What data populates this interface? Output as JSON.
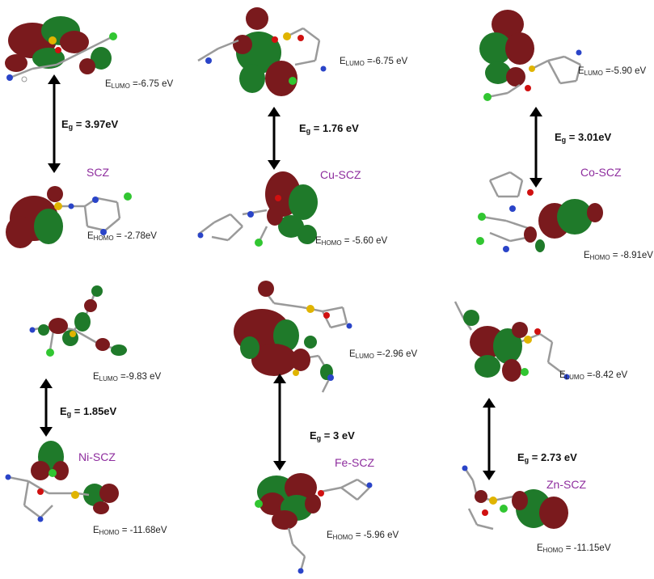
{
  "colors": {
    "lobe_red": "#7a1a1d",
    "lobe_green": "#1f7a2a",
    "label_purple": "#8e2d9e",
    "text": "#222222"
  },
  "complexes": [
    {
      "id": "scz",
      "name": "SCZ",
      "gap": "3.97eV",
      "lumo": "-6.75 eV",
      "homo": "-2.78eV"
    },
    {
      "id": "cu",
      "name": "Cu-SCZ",
      "gap": "1.76 eV",
      "lumo": "-6.75 eV",
      "homo": "-5.60 eV"
    },
    {
      "id": "co",
      "name": "Co-SCZ",
      "gap": "3.01eV",
      "lumo": "-5.90 eV",
      "homo": "-8.91eV"
    },
    {
      "id": "ni",
      "name": "Ni-SCZ",
      "gap": "1.85eV",
      "lumo": "-9.83 eV",
      "homo": "-11.68eV"
    },
    {
      "id": "fe",
      "name": "Fe-SCZ",
      "gap": "3 eV",
      "lumo": "-2.96 eV",
      "homo": "-5.96 eV"
    },
    {
      "id": "zn",
      "name": "Zn-SCZ",
      "gap": "2.73 eV",
      "lumo": "-8.42 eV",
      "homo": "-11.15eV"
    }
  ],
  "labels": {
    "gap_symbol": "E",
    "gap_sub": "g",
    "gap_eq": " = ",
    "lumo_symbol": "E",
    "lumo_sub": "LUMO",
    "lumo_eq": " =",
    "homo_symbol": "E",
    "homo_sub": "HOMO",
    "homo_eq": " = "
  }
}
